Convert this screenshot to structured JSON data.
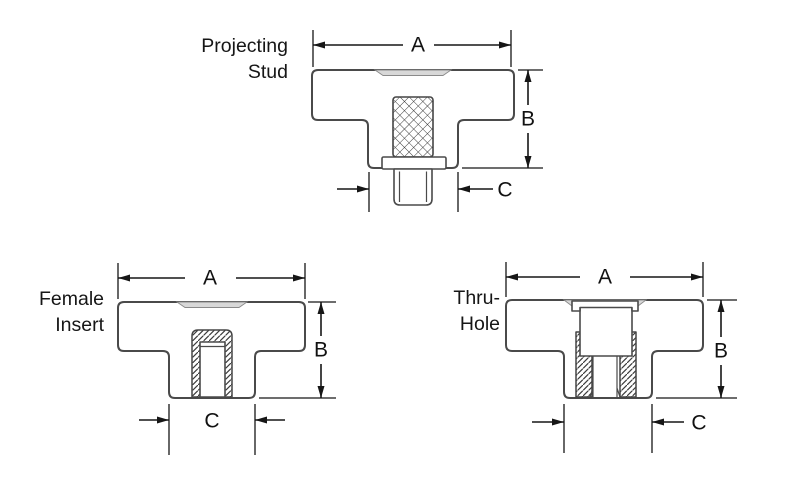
{
  "variants": [
    {
      "name": "Projecting Stud",
      "label_line1": "Projecting",
      "label_line2": "Stud",
      "dims": {
        "a": "A",
        "b": "B",
        "c": "C"
      }
    },
    {
      "name": "Female Insert",
      "label_line1": "Female",
      "label_line2": "Insert",
      "dims": {
        "a": "A",
        "b": "B",
        "c": "C"
      }
    },
    {
      "name": "Thru-Hole",
      "label_line1": "Thru-",
      "label_line2": "Hole",
      "dims": {
        "a": "A",
        "b": "B",
        "c": "C"
      }
    }
  ],
  "colors": {
    "background": "#ffffff",
    "outline": "#4a4a4a",
    "dimension_lines": "#161616",
    "text": "#161616",
    "recess_shading": "#d8d8d8"
  }
}
